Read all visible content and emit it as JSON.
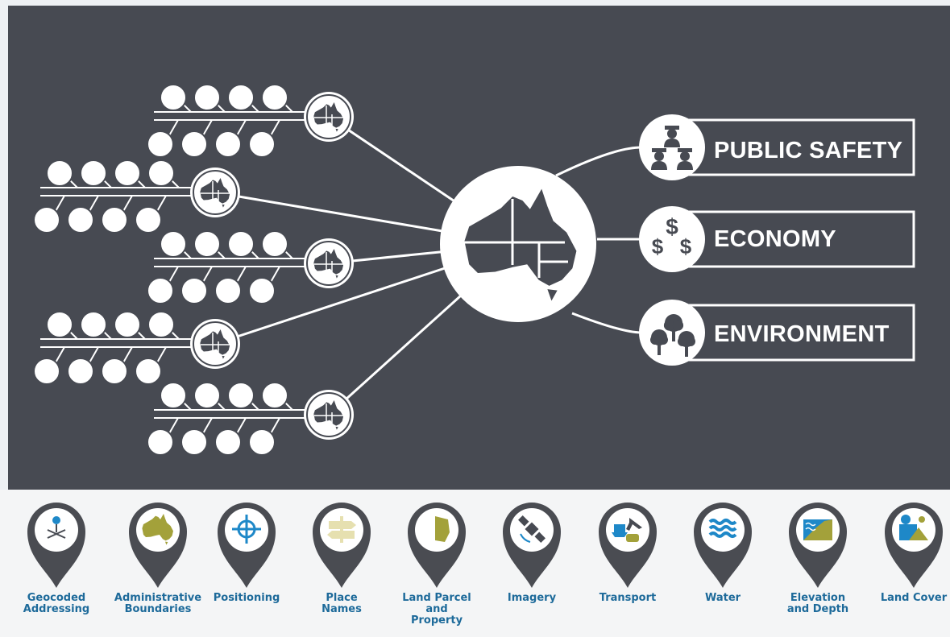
{
  "outcomes": [
    {
      "label": "PUBLIC SAFETY",
      "icon": "police-officers-icon"
    },
    {
      "label": "ECONOMY",
      "icon": "dollar-signs-icon"
    },
    {
      "label": "ENVIRONMENT",
      "icon": "trees-icon"
    }
  ],
  "themes": [
    {
      "label": "Geocoded\nAddressing",
      "icon": "address-pin-icon"
    },
    {
      "label": "Administrative\nBoundaries",
      "icon": "australia-map-icon"
    },
    {
      "label": "Positioning",
      "icon": "crosshair-icon"
    },
    {
      "label": "Place\nNames",
      "icon": "signpost-icon"
    },
    {
      "label": "Land Parcel\nand\nProperty",
      "icon": "land-parcel-icon"
    },
    {
      "label": "Imagery",
      "icon": "satellite-icon"
    },
    {
      "label": "Transport",
      "icon": "transport-icon"
    },
    {
      "label": "Water",
      "icon": "water-waves-icon"
    },
    {
      "label": "Elevation\nand Depth",
      "icon": "elevation-icon"
    },
    {
      "label": "Land Cover",
      "icon": "land-cover-icon"
    }
  ],
  "colors": {
    "panel": "#474a52",
    "white": "#ffffff",
    "pin": "#4a4c52",
    "label_blue": "#1d6a9a",
    "accent_blue": "#1e88c8",
    "accent_olive": "#a3a13a",
    "accent_cream": "#e6e0b0"
  }
}
